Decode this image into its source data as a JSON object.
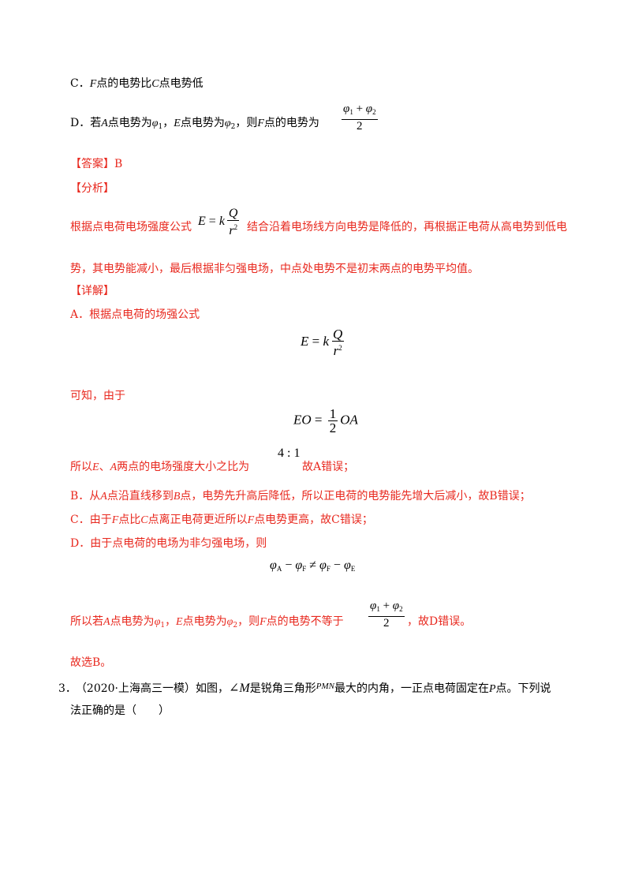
{
  "option_c": {
    "prefix": "C．",
    "var_f": "F",
    "mid": "点的电势比",
    "var_c": "C",
    "end": "点电势低"
  },
  "option_d": {
    "prefix": "D．若",
    "var_a": "A",
    "t1": "点电势为",
    "phi": "φ",
    "one": "1",
    "comma1": "，",
    "var_e": "E",
    "t2": "点电势为",
    "two": "2",
    "t3": "，则",
    "var_f": "F",
    "t4": "点的电势为",
    "frac_num_plus": " + ",
    "frac_den": "2"
  },
  "answer": {
    "label": "【答案】",
    "value": "B"
  },
  "analysis": {
    "label": "【分析】",
    "p1_start": "根据点电荷电场强度公式",
    "p1_end": "结合沿着电场线方向电势是降低的，再根据正电荷从高电势到低电",
    "p2": "势，其电势能减小，最后根据非匀强电场，中点处电势不是初末两点的电势平均值。"
  },
  "formula_e": {
    "lhs": "E",
    "eq": " = ",
    "k": "k",
    "num": "Q",
    "den_r": "r",
    "den_exp": "2"
  },
  "detail": {
    "label": "【详解】",
    "a_line": "A．根据点电荷的场强公式",
    "keyi": "可知，由于",
    "eo_lhs": "EO",
    "eo_eq": " = ",
    "eo_num": "1",
    "eo_den": "2",
    "eo_rhs": "OA",
    "suoyi_start": "所以",
    "var_e": "E",
    "dun": "、",
    "var_a": "A",
    "suoyi_mid": "两点的电场强度大小之比为",
    "ratio": "4 : 1",
    "suoyi_end": "故A错误；",
    "b_prefix": "B．从",
    "b_a": "A",
    "b_mid": "点沿直线移到",
    "b_b": "B",
    "b_end": "点，电势先升高后降低，所以正电荷的电势能先增大后减小，故B错误；",
    "c_prefix": "C．由于",
    "c_f": "F",
    "c_mid1": "点比",
    "c_c": "C",
    "c_mid2": "点离正电荷更近所以",
    "c_f2": "F",
    "c_end": "点电势更高，故C错误；",
    "d_line": "D．由于点电荷的电场为非匀强电场，则",
    "phi_eq": {
      "phi": "φ",
      "sa": "A",
      "minus": " − ",
      "sf": "F",
      "neq": " ≠ ",
      "sf2": "F",
      "minus2": " − ",
      "se": "E"
    },
    "final_start": "所以若",
    "final_a": "A",
    "final_t1": "点电势为",
    "final_one": "1",
    "final_comma": "，",
    "final_e": "E",
    "final_t2": "点电势为",
    "final_two": "2",
    "final_t3": "，则",
    "final_f": "F",
    "final_t4": "点的电势不等于",
    "final_end": "，故D错误。",
    "conclusion": "故选B。"
  },
  "question3": {
    "number": "3．",
    "source": "（2020·上海高三一模）如图，",
    "angle": "∠M",
    "t1": "是锐角三角形",
    "pmn": "PMN",
    "t2": "最大的内角，一正点电荷固定在",
    "p": "P",
    "t3": "点。下列说",
    "line2": "法正确的是（　　）"
  },
  "colors": {
    "answer_red": "#e8281e",
    "text_black": "#000000"
  }
}
